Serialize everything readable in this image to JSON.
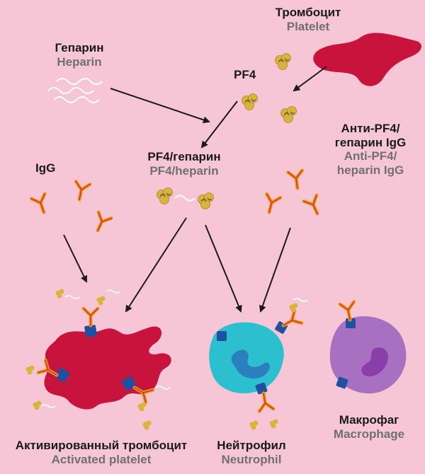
{
  "labels": {
    "platelet": {
      "ru": "Тромбоцит",
      "en": "Platelet"
    },
    "heparin": {
      "ru": "Гепарин",
      "en": "Heparin"
    },
    "pf4": {
      "ru": "PF4"
    },
    "pf4_heparin": {
      "ru": "PF4/гепарин",
      "en": "PF4/heparin"
    },
    "igg": {
      "ru": "IgG"
    },
    "anti_pf4": {
      "ru_line1": "Анти-PF4/",
      "ru_line2": "гепарин IgG",
      "en_line1": "Anti-PF4/",
      "en_line2": "heparin IgG"
    },
    "activated_platelet": {
      "ru": "Активированный тромбоцит",
      "en": "Activated platelet"
    },
    "neutrophil": {
      "ru": "Нейтрофил",
      "en": "Neutrophil"
    },
    "macrophage": {
      "ru": "Макрофаг",
      "en": "Macrophage"
    }
  },
  "colors": {
    "background": "#f7c6d6",
    "platelet": "#c8143c",
    "pf4": "#d9b43c",
    "antibody_outer": "#e8a020",
    "antibody_inner": "#d83a2a",
    "neutrophil": "#2bbfcf",
    "neutrophil_nucleus": "#2a7fbf",
    "macrophage": "#a870c0",
    "macrophage_nucleus": "#8a3fa8",
    "receptor": "#2050a0",
    "arrow": "#1a1a1a"
  }
}
